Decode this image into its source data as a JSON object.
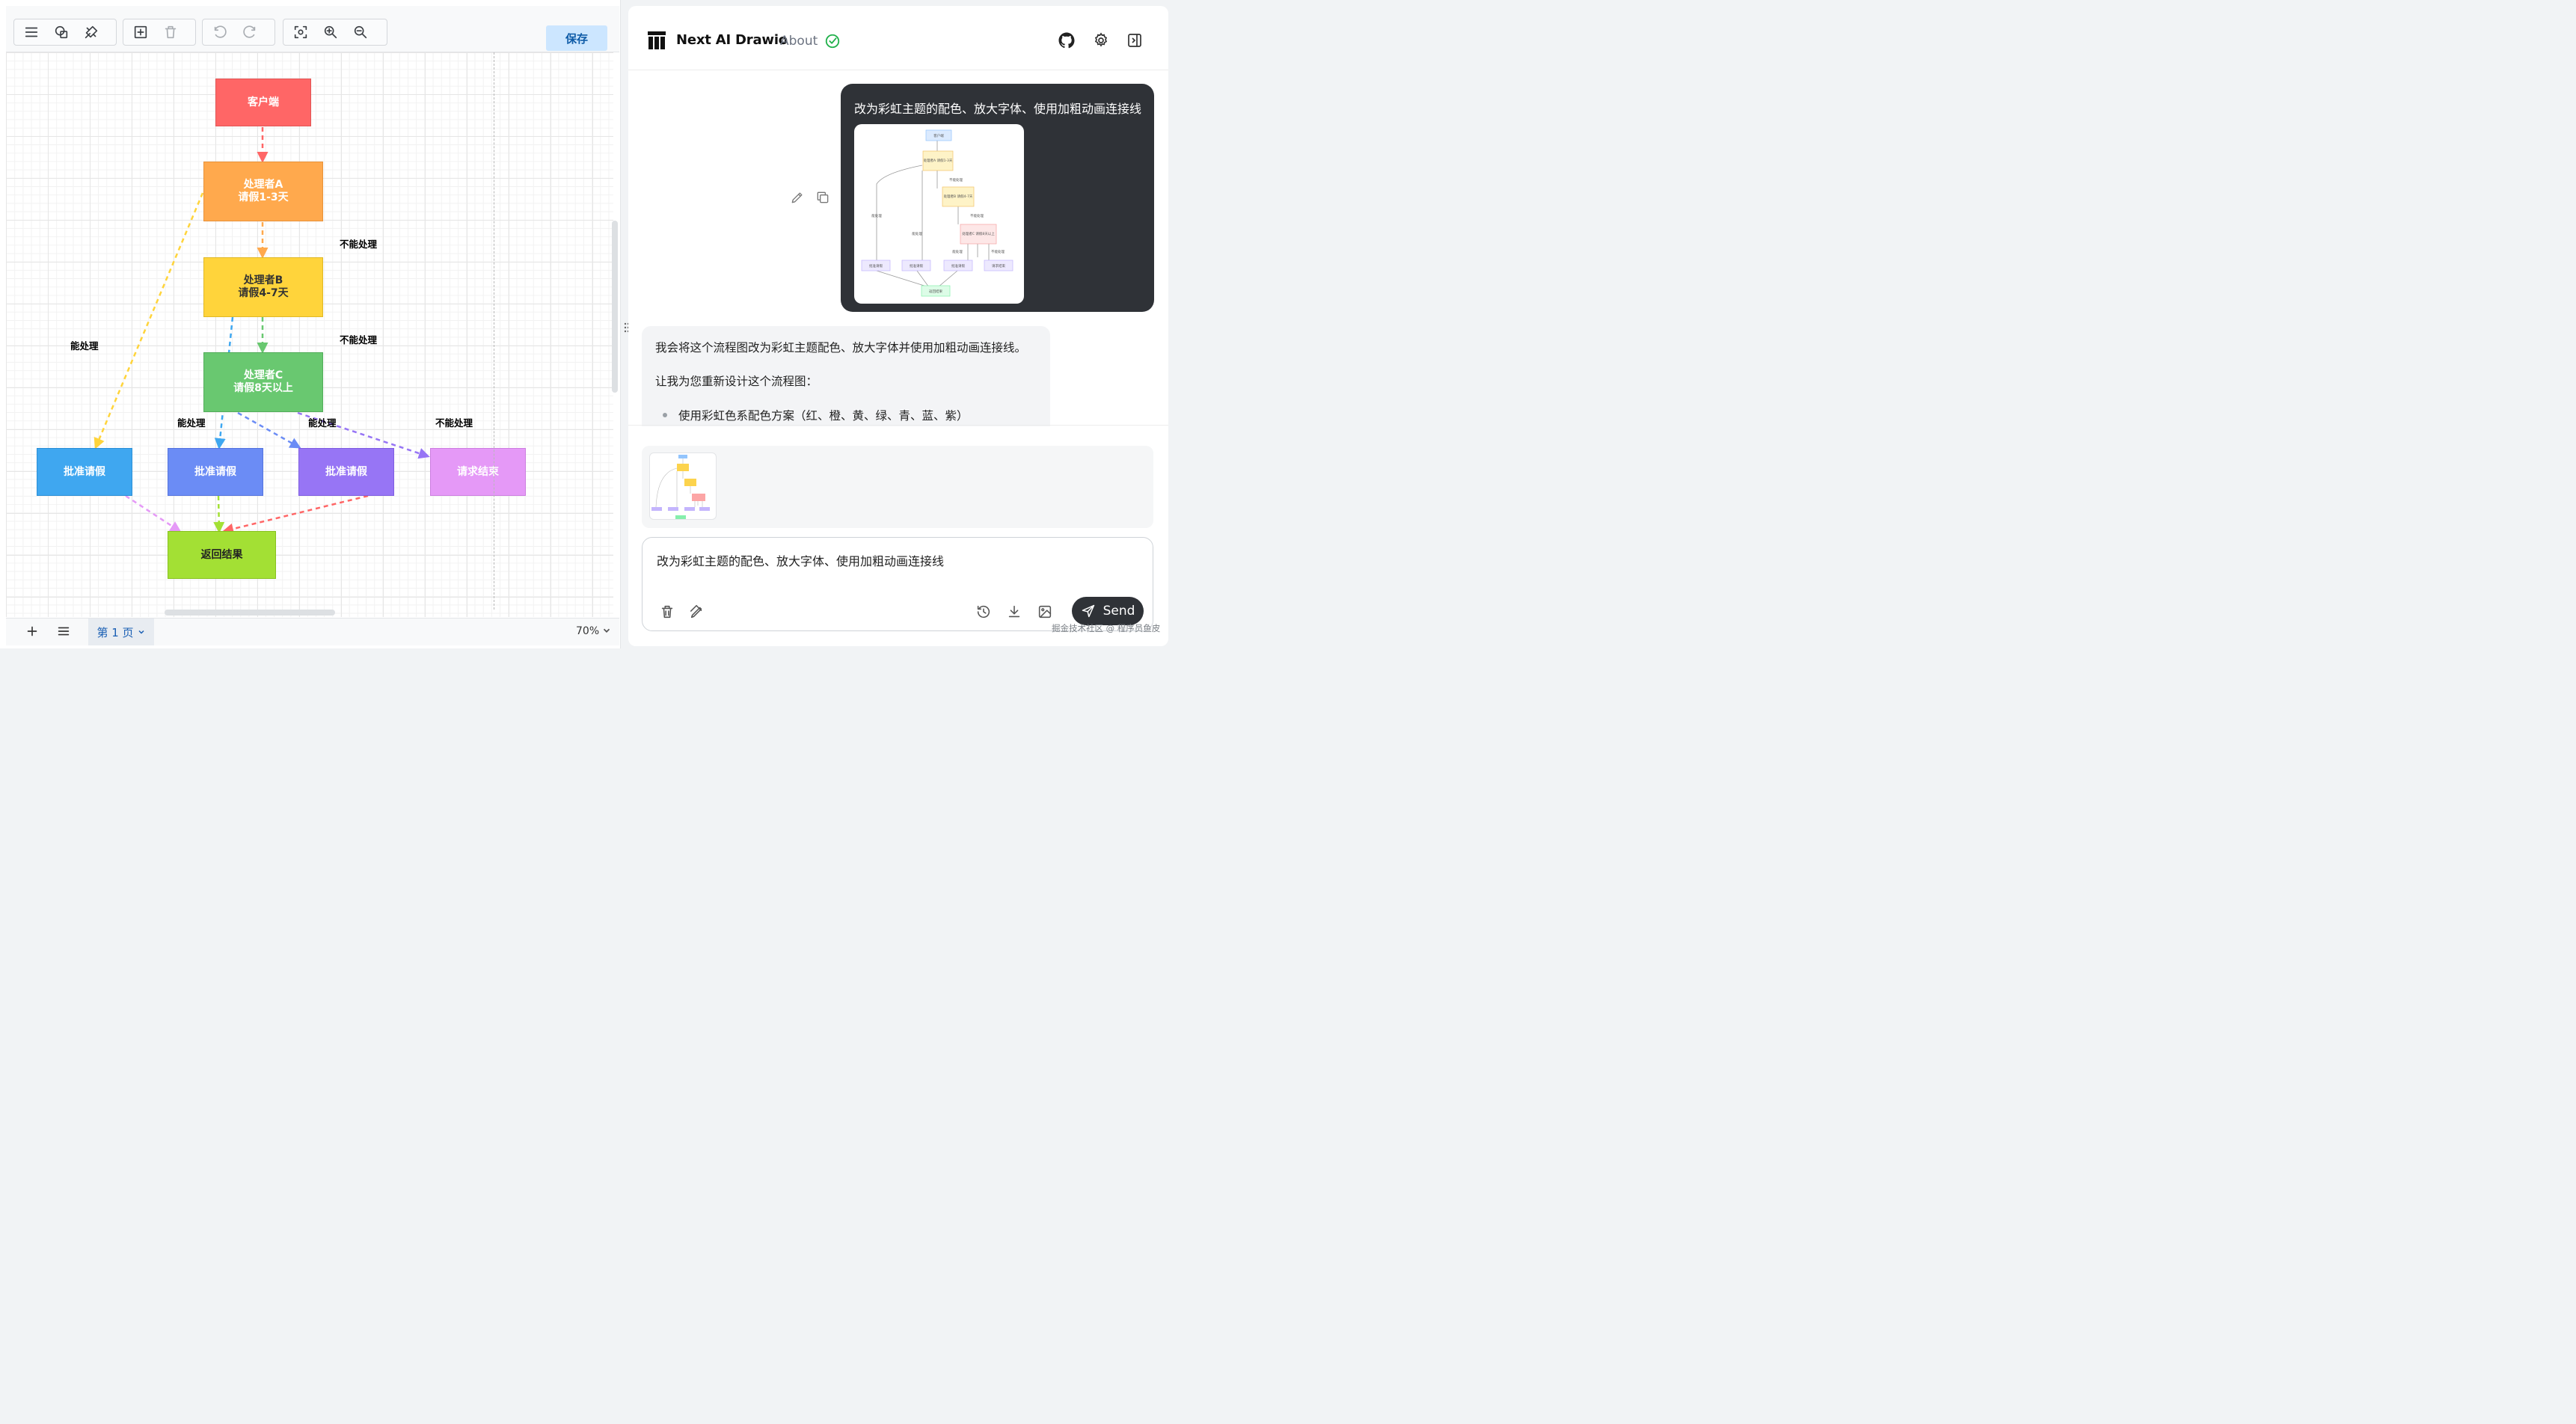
{
  "toolbar": {
    "save_label": "保存",
    "icons": [
      "menu-icon",
      "shapes-icon",
      "format-icon",
      "insert-icon",
      "delete-icon",
      "undo-icon",
      "redo-icon",
      "fit-icon",
      "zoom-in-icon",
      "zoom-out-icon"
    ]
  },
  "diagram": {
    "nodes": {
      "client": "客户端",
      "handler_a": "处理者A\n请假1-3天",
      "handler_b": "处理者B\n请假4-7天",
      "handler_c": "处理者C\n请假8天以上",
      "approve_1": "批准请假",
      "approve_2": "批准请假",
      "approve_3": "批准请假",
      "end_request": "请求结束",
      "result": "返回结果"
    },
    "edge_labels": {
      "a_cannot": "不能处理",
      "b_cannot": "不能处理",
      "a_can": "能处理",
      "b_can": "能处理",
      "c_can": "能处理",
      "c_cannot": "不能处理"
    },
    "colors": {
      "client": "#ff6666",
      "handler_a": "#ffa94d",
      "handler_b": "#ffd43b",
      "handler_c": "#69c870",
      "approve_1": "#3fa7f0",
      "approve_2": "#6b8cf5",
      "approve_3": "#9775f5",
      "end_request": "#e599f7",
      "result": "#a3e034"
    }
  },
  "bottombar": {
    "page_label": "第 1 页",
    "zoom": "70%"
  },
  "header": {
    "title": "Next AI Drawio",
    "about": "About"
  },
  "chat": {
    "user_message": "改为彩虹主题的配色、放大字体、使用加粗动画连接线",
    "assistant_p1": "我会将这个流程图改为彩虹主题配色、放大字体并使用加粗动画连接线。",
    "assistant_p2": "让我为您重新设计这个流程图：",
    "assistant_li1": "使用彩虹色系配色方案（红、橙、黄、绿、青、蓝、紫）",
    "input_value": "改为彩虹主题的配色、放大字体、使用加粗动画连接线",
    "send_label": "Send"
  },
  "thumbnail": {
    "nodes": {
      "client": "客户端",
      "handler_a": "处理者A 请假1-3天",
      "handler_b": "处理者B 请假4-7天",
      "handler_c": "处理者C 请假8天以上",
      "approve": "批准请假",
      "end_request": "请求结束",
      "result": "返回结果"
    },
    "labels": {
      "cannot": "不能处理",
      "can": "能处理"
    }
  },
  "watermark": "掘金技术社区 @ 程序员鱼皮"
}
